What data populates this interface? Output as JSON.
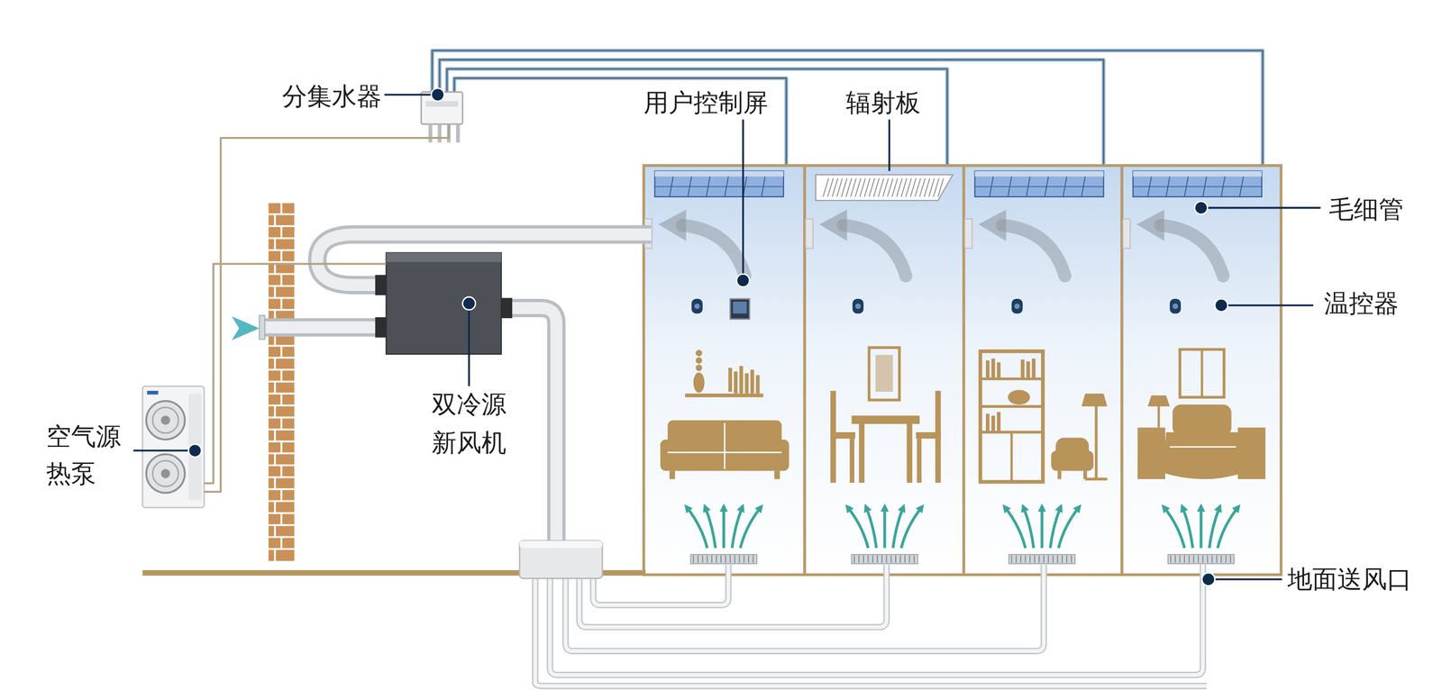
{
  "diagram": {
    "nodes": [
      {
        "text": [
          "分集水器"
        ]
      },
      {
        "text": [
          "双冷源 新风机"
        ]
      },
      {
        "text": [
          "空气源 热泵"
        ]
      }
    ],
    "edges": [
      {
        "from": 2,
        "to": 0,
        "arrow": "none"
      },
      {
        "from": 2,
        "to": 1,
        "arrow": "none"
      }
    ],
    "labels": [
      "用户控制屏",
      "辐射板",
      "毛细管",
      "温控器",
      "地面送风口"
    ]
  }
}
